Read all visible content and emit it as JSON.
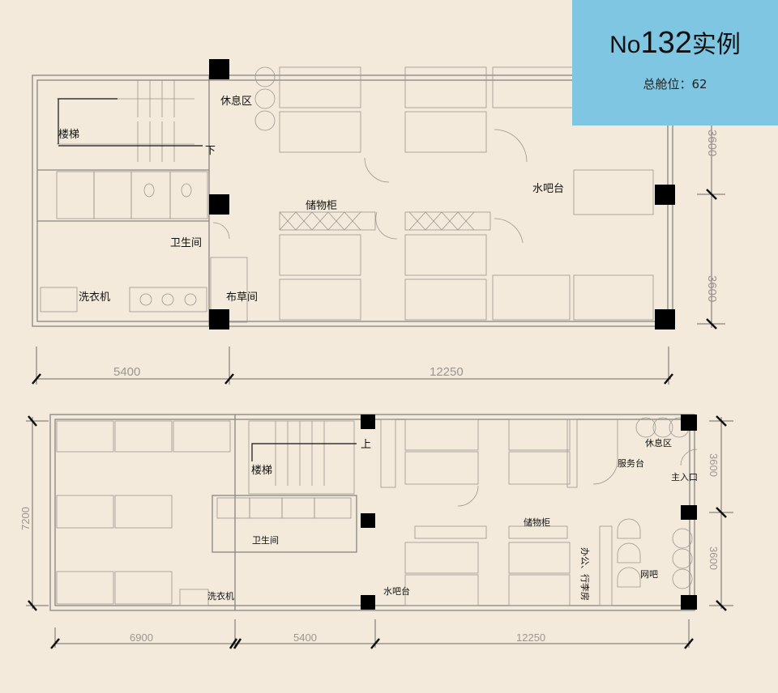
{
  "info": {
    "prefix": "No",
    "number": "132",
    "suffix": "实例",
    "capacity_label": "总舱位：",
    "capacity": "62"
  },
  "upper_plan": {
    "labels": {
      "lounge": "休息区",
      "stairs": "楼梯",
      "down": "下",
      "lockers": "储物柜",
      "water_bar": "水吧台",
      "restroom": "卫生间",
      "linen": "布草间",
      "laundry": "洗衣机"
    },
    "dims": {
      "left": "5400",
      "right": "12250",
      "v1": "3600",
      "v2": "3600"
    }
  },
  "lower_plan": {
    "labels": {
      "up": "上",
      "stairs": "楼梯",
      "restroom": "卫生间",
      "laundry": "洗衣机",
      "water_bar": "水吧台",
      "lockers": "储物柜",
      "service": "服务台",
      "lounge": "休息区",
      "entrance": "主入口",
      "internet": "网吧",
      "office": "办公、行李房"
    },
    "dims": {
      "a": "6900",
      "b": "5400",
      "c": "12250",
      "height": "7200",
      "v1": "3600",
      "v2": "3600"
    }
  },
  "colors": {
    "background": "#f3eadb",
    "info_box": "#7ec6e1"
  }
}
